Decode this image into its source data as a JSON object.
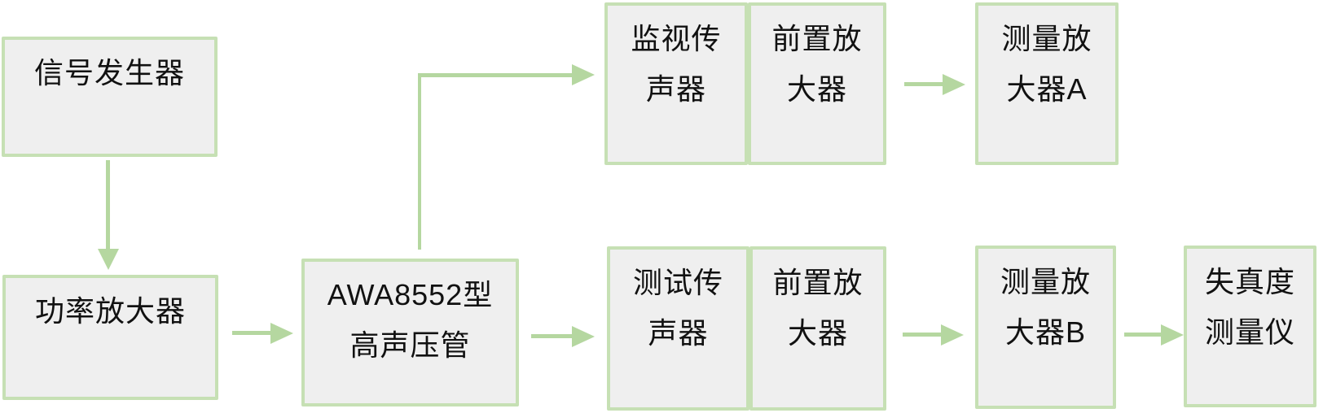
{
  "diagram": {
    "description": "AWA8552 high-sound-pressure tube distortion measurement setup block diagram",
    "nodes": [
      {
        "id": "signal-generator",
        "label": "信号发生器"
      },
      {
        "id": "power-amplifier",
        "label": "功率放大器"
      },
      {
        "id": "awa8552-tube",
        "label": "AWA8552型\n高声压管"
      },
      {
        "id": "monitor-microphone",
        "label": "监视传\n声器"
      },
      {
        "id": "preamp-top",
        "label": "前置放\n大器"
      },
      {
        "id": "measuring-amplifier-a",
        "label": "测量放\n大器A"
      },
      {
        "id": "test-microphone",
        "label": "测试传\n声器"
      },
      {
        "id": "preamp-bottom",
        "label": "前置放\n大器"
      },
      {
        "id": "measuring-amplifier-b",
        "label": "测量放\n大器B"
      },
      {
        "id": "distortion-meter",
        "label": "失真度\n测量仪"
      }
    ],
    "edges": [
      {
        "from": "signal-generator",
        "to": "power-amplifier",
        "direction": "down"
      },
      {
        "from": "power-amplifier",
        "to": "awa8552-tube",
        "direction": "right"
      },
      {
        "from": "awa8552-tube",
        "to": "monitor-microphone",
        "direction": "up-then-right"
      },
      {
        "from": "awa8552-tube",
        "to": "test-microphone",
        "direction": "right"
      },
      {
        "from": "preamp-top",
        "to": "measuring-amplifier-a",
        "direction": "right"
      },
      {
        "from": "preamp-bottom",
        "to": "measuring-amplifier-b",
        "direction": "right"
      },
      {
        "from": "measuring-amplifier-b",
        "to": "distortion-meter",
        "direction": "right"
      }
    ]
  },
  "colors": {
    "background": "#ffffff",
    "node_fill": "#efefef",
    "node_border": "#c6e0b4",
    "arrow": "#b5d7a0",
    "text": "#111111"
  }
}
